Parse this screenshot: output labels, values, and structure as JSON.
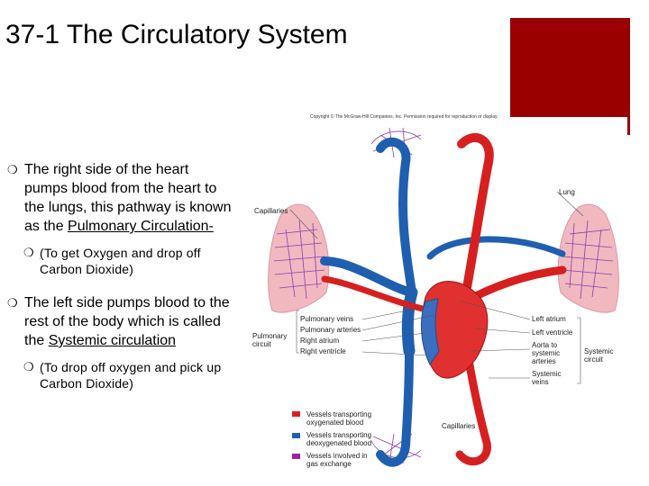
{
  "slide": {
    "title": "37-1 The Circulatory System",
    "accent_color": "#9b0000",
    "bullets": [
      {
        "marker": "❍",
        "text_plain": "The right side of the heart pumps blood from the heart to the lungs, this pathway is known as the ",
        "text_underlined": "Pulmonary Circulation-",
        "sub": {
          "marker": "❍",
          "underlined_char": "(",
          "text": "To get Oxygen and drop off Carbon Dioxide)"
        }
      },
      {
        "marker": "❍",
        "text_plain": "The left side pumps blood to the rest of the body which is called the ",
        "text_underlined": "Systemic circulation",
        "sub": {
          "marker": "❍",
          "underlined_char": "(",
          "text": "To drop off oxygen and pick up Carbon Dioxide)"
        }
      }
    ]
  },
  "figure": {
    "copyright": "Copyright © The McGraw-Hill Companies, Inc. Permission required for reproduction or display.",
    "labels": {
      "lung": "Lung",
      "capillaries_top": "Capillaries",
      "pulmonary_circuit": [
        "Pulmonary",
        "circuit"
      ],
      "systemic_circuit": [
        "Systemic",
        "circuit"
      ],
      "left_group": [
        "Pulmonary veins",
        "Pulmonary arteries",
        "Right atrium",
        "Right ventricle"
      ],
      "right_group": [
        [
          "Left atrium"
        ],
        [
          "Left ventricle"
        ],
        [
          "Aorta to",
          "systemic",
          "arteries"
        ],
        [
          "Systemic",
          "veins"
        ]
      ],
      "capillaries_bottom": "Capillaries"
    },
    "legend": [
      {
        "lines": [
          "Vessels transporting",
          "oxygenated blood"
        ],
        "color": "#d62020"
      },
      {
        "lines": [
          "Vessels transporting",
          "deoxygenated blood"
        ],
        "color": "#1f5fb0"
      },
      {
        "lines": [
          "Vessels involved in",
          "gas exchange"
        ],
        "color": "#a020a0"
      }
    ],
    "colors": {
      "oxygenated": "#d62020",
      "deoxygenated": "#1f5fb0",
      "capillary": "#8a3cb0",
      "lung": "#f2b8c0"
    }
  }
}
